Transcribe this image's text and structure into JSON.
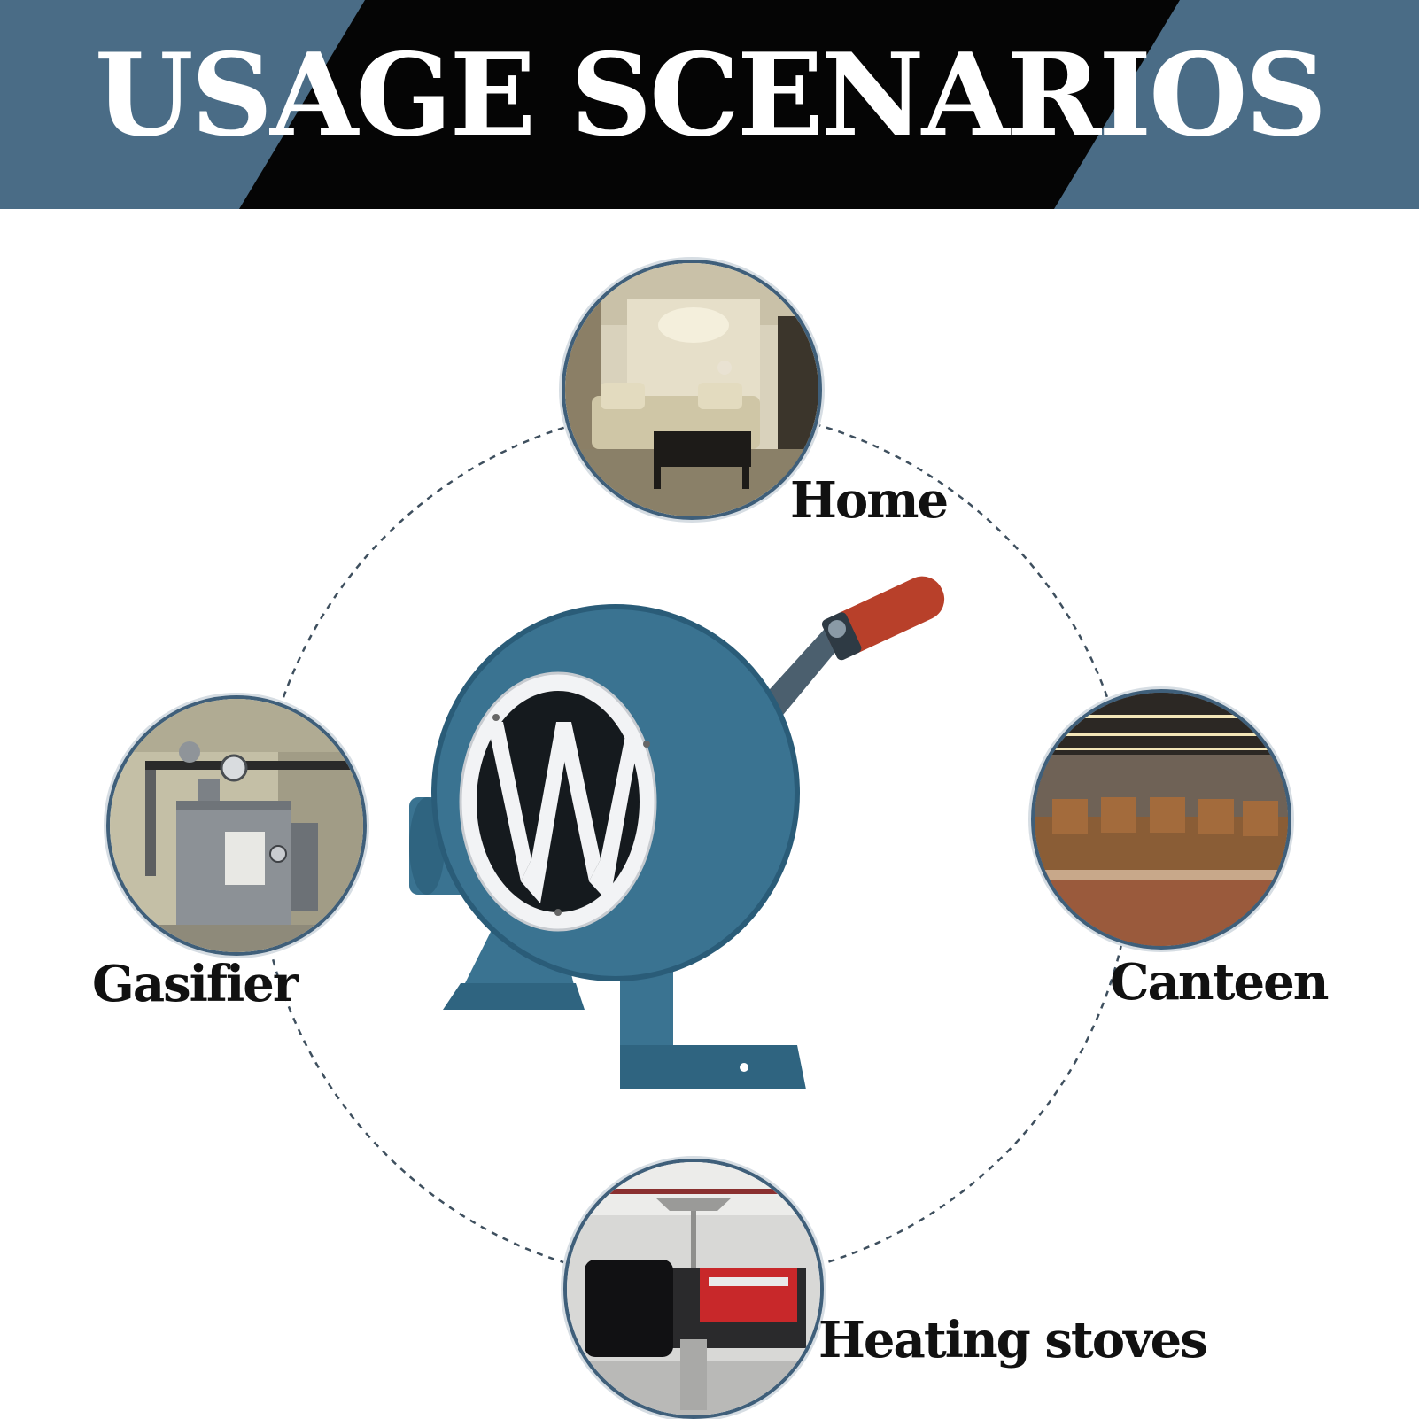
{
  "banner": {
    "title": "USAGE SCENARIOS"
  },
  "scenarios": {
    "home": {
      "label": "Home"
    },
    "gasifier": {
      "label": "Gasifier"
    },
    "canteen": {
      "label": "Canteen"
    },
    "heating": {
      "label": "Heating stoves"
    }
  },
  "colors": {
    "banner_black": "#050505",
    "banner_steel": "#4a6c86",
    "blower_blue": "#3a7391",
    "handle_red": "#b8402a"
  }
}
